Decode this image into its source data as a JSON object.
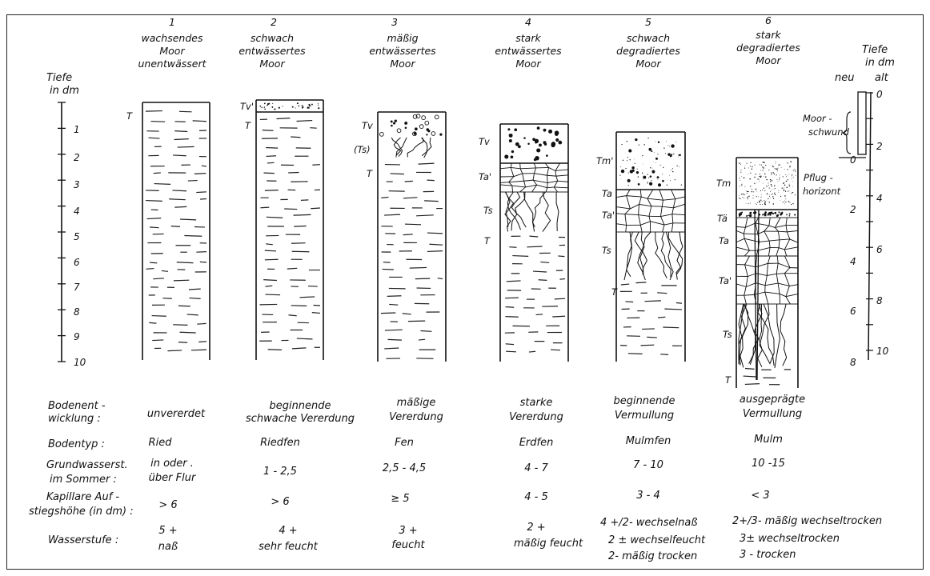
{
  "profiles": [
    {
      "num": "1",
      "lines": [
        "wachsendes",
        "Moor",
        "unentwässert"
      ]
    },
    {
      "num": "2",
      "lines": [
        "schwach",
        "entwässertes",
        "Moor"
      ]
    },
    {
      "num": "3",
      "lines": [
        "mäßig",
        "entwässertes",
        "Moor"
      ]
    },
    {
      "num": "4",
      "lines": [
        "stark",
        "entwässertes",
        "Moor"
      ]
    },
    {
      "num": "5",
      "lines": [
        "schwach",
        "degradiertes",
        "Moor"
      ]
    },
    {
      "num": "6",
      "lines": [
        "stark",
        "degradiertes",
        "Moor"
      ]
    }
  ],
  "left_axis": {
    "title": [
      "Tiefe",
      "in dm"
    ],
    "ticks": [
      "1",
      "2",
      "3",
      "4",
      "5",
      "6",
      "7",
      "8",
      "9",
      "10"
    ]
  },
  "right_axis": {
    "title": [
      "Tiefe",
      "in dm"
    ],
    "neu": "neu",
    "alt": "alt",
    "alt_ticks": [
      "0",
      "2",
      "4",
      "6",
      "8",
      "10"
    ],
    "neu_ticks": [
      "0",
      "2",
      "4",
      "6",
      "8"
    ],
    "moorschwund": [
      "Moor -",
      "schwund"
    ]
  },
  "horizon_labels": {
    "p1": [
      "T"
    ],
    "p2": [
      "Tv'",
      "T"
    ],
    "p3": [
      "Tv",
      "(Ts)",
      "T"
    ],
    "p4": [
      "Tv",
      "Ta'",
      "Ts",
      "T"
    ],
    "p5": [
      "Tm'",
      "Ta",
      "Ta'",
      "Ts",
      "T"
    ],
    "p6": [
      "Tm",
      "Tä",
      "Ta",
      "Ta'",
      "Ts",
      "T"
    ],
    "pflug": [
      "Pflug -",
      "horizont"
    ]
  },
  "table": {
    "rows": [
      {
        "label": [
          "Bodenent -",
          "wicklung :"
        ],
        "cells": [
          [
            "unvererdet"
          ],
          [
            "beginnende",
            "schwache Vererdung"
          ],
          [
            "mäßige",
            "Vererdung"
          ],
          [
            "starke",
            "Vererdung"
          ],
          [
            "beginnende",
            "Vermullung"
          ],
          [
            "ausgeprägte",
            "Vermullung"
          ]
        ]
      },
      {
        "label": [
          "Bodentyp :"
        ],
        "cells": [
          [
            "Ried"
          ],
          [
            "Riedfen"
          ],
          [
            "Fen"
          ],
          [
            "Erdfen"
          ],
          [
            "Mulmfen"
          ],
          [
            "Mulm"
          ]
        ]
      },
      {
        "label": [
          "Grundwasserst.",
          "im Sommer :"
        ],
        "cells": [
          [
            "in oder .",
            "über Flur"
          ],
          [
            "1 - 2,5"
          ],
          [
            "2,5 - 4,5"
          ],
          [
            "4 - 7"
          ],
          [
            "7 - 10"
          ],
          [
            "10 -15"
          ]
        ]
      },
      {
        "label": [
          "Kapillare Auf -",
          "stiegshöhe (in dm) :"
        ],
        "cells": [
          [
            "> 6"
          ],
          [
            "> 6"
          ],
          [
            "≥ 5"
          ],
          [
            "4 - 5"
          ],
          [
            "3 - 4"
          ],
          [
            "< 3"
          ]
        ]
      },
      {
        "label": [
          "Wasserstufe :"
        ],
        "cells": [
          [
            "5 +",
            "naß"
          ],
          [
            "4 +",
            "sehr feucht"
          ],
          [
            "3 +",
            "feucht"
          ],
          [
            "2 +",
            "mäßig feucht"
          ],
          [
            "4 +/2- wechselnaß",
            "2 ± wechselfeucht",
            "2- mäßig trocken"
          ],
          [
            "2+/3- mäßig wechseltrocken",
            "3± wechseltrocken",
            "3 - trocken"
          ]
        ]
      }
    ]
  }
}
